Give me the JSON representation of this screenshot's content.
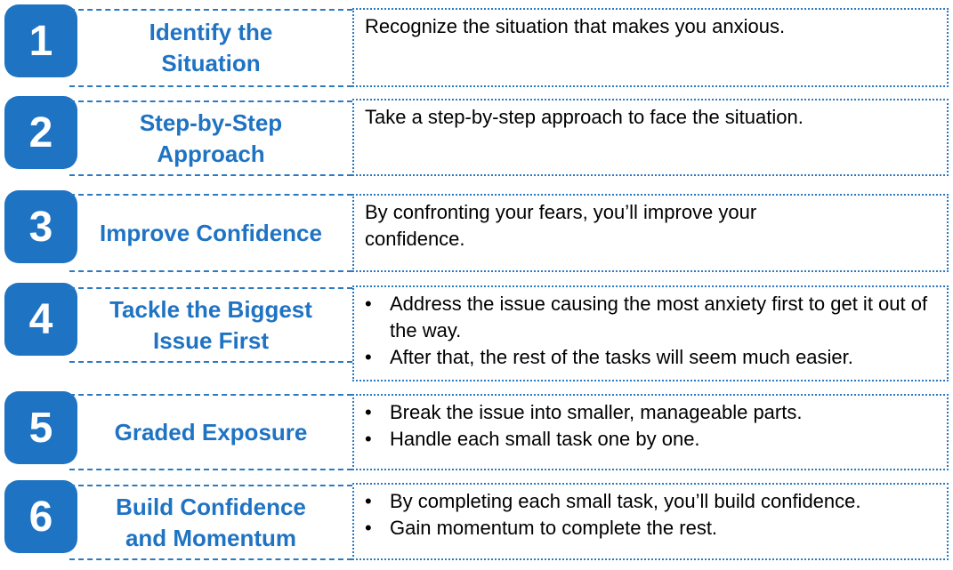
{
  "steps": [
    {
      "number": "1",
      "title": "Identify the Situation",
      "text": "Recognize the situation that makes you anxious.",
      "bullets": []
    },
    {
      "number": "2",
      "title": "Step-by-Step Approach",
      "text": "Take a step-by-step approach to face the situation.",
      "bullets": []
    },
    {
      "number": "3",
      "title": "Improve Confidence",
      "text": "By confronting your fears, you’ll improve your confidence.",
      "bullets": []
    },
    {
      "number": "4",
      "title": "Tackle the Biggest Issue First",
      "text": "",
      "bullets": [
        "Address the issue causing the most anxiety first to get it out of the way.",
        "After that, the rest of the tasks will seem much easier."
      ]
    },
    {
      "number": "5",
      "title": "Graded Exposure",
      "text": "",
      "bullets": [
        "Break the issue into smaller, manageable parts.",
        "Handle each small task one by one."
      ]
    },
    {
      "number": "6",
      "title": "Build Confidence and Momentum",
      "text": "",
      "bullets": [
        "By completing each small task, you’ll build confidence.",
        "Gain momentum to complete the rest."
      ]
    }
  ]
}
